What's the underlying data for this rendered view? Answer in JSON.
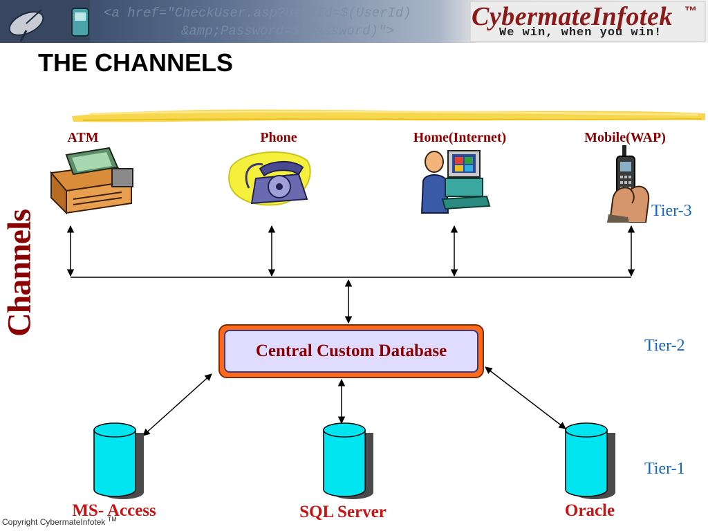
{
  "header": {
    "code_line_1": "<a href=\"CheckUser.asp?UserId=$(UserId)",
    "code_line_2": "&amp;Password=$(Password)\">",
    "logo_text": "CybermateInfotek",
    "logo_tm": "™",
    "tagline": "We win, when you win!"
  },
  "title": "THE CHANNELS",
  "side_label": "Channels",
  "channels": [
    {
      "label": "ATM",
      "icon": "atm-machine-icon"
    },
    {
      "label": "Phone",
      "icon": "telephone-icon"
    },
    {
      "label": "Home(Internet)",
      "icon": "home-computer-icon"
    },
    {
      "label": "Mobile(WAP)",
      "icon": "mobile-phone-icon"
    }
  ],
  "central": {
    "label": "Central Custom Database"
  },
  "tiers": {
    "tier3": "Tier-3",
    "tier2": "Tier-2",
    "tier1": "Tier-1"
  },
  "databases": [
    {
      "label": "MS- Access"
    },
    {
      "label": "SQL Server"
    },
    {
      "label": "Oracle"
    }
  ],
  "footer": {
    "copyright": "Copyright CybermateInfotek",
    "tm": "TM"
  },
  "colors": {
    "channel_label": "#8b0000",
    "tier_label": "#1565c0",
    "central_outer": "#ff6a1a",
    "central_inner": "#e0dcff",
    "database_fill": "#00e5f0",
    "database_label": "#c81414",
    "highlight_stroke": "#f5d33a"
  }
}
